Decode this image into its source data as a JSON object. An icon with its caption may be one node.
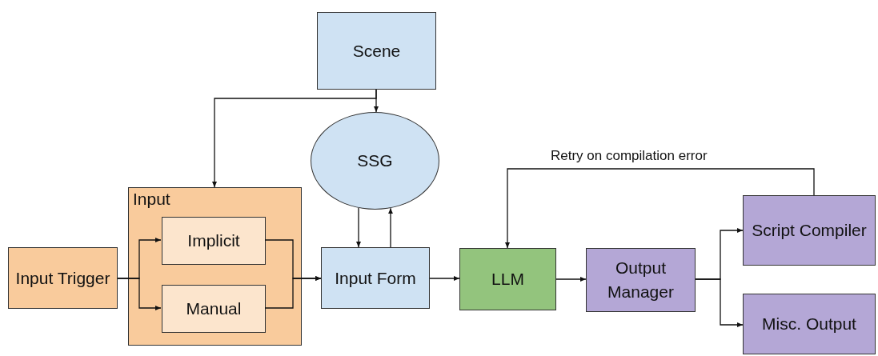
{
  "diagram": {
    "nodes": [
      {
        "text": [
          "Scene"
        ]
      },
      {
        "text": [
          "SSG"
        ]
      },
      {
        "text": [
          "Input"
        ]
      },
      {
        "text": [
          "Implicit"
        ],
        "in": 2
      },
      {
        "text": [
          "Manual"
        ],
        "in": 2
      },
      {
        "text": [
          "Input Trigger"
        ]
      },
      {
        "text": [
          "Input Form"
        ]
      },
      {
        "text": [
          "LLM"
        ]
      },
      {
        "text": [
          "Output Manager"
        ]
      },
      {
        "text": [
          "Script Compiler"
        ]
      },
      {
        "text": [
          "Misc. Output"
        ]
      }
    ],
    "edges": [
      {
        "from": 0,
        "to": 1,
        "arrow": "to"
      },
      {
        "from": 0,
        "to": 2,
        "arrow": "to"
      },
      {
        "from": 1,
        "to": 6,
        "arrow": "to"
      },
      {
        "from": 6,
        "to": 1,
        "arrow": "to"
      },
      {
        "from": 5,
        "to": 3,
        "arrow": "to"
      },
      {
        "from": 5,
        "to": 4,
        "arrow": "to"
      },
      {
        "from": 3,
        "to": 6,
        "arrow": "to"
      },
      {
        "from": 4,
        "to": 6,
        "arrow": "to"
      },
      {
        "from": 6,
        "to": 7,
        "arrow": "to"
      },
      {
        "from": 7,
        "to": 8,
        "arrow": "to"
      },
      {
        "from": 8,
        "to": 9,
        "arrow": "to"
      },
      {
        "from": 8,
        "to": 10,
        "arrow": "to"
      },
      {
        "from": 9,
        "to": 7,
        "arrow": "to",
        "label": "Retry on compilation error"
      }
    ]
  }
}
